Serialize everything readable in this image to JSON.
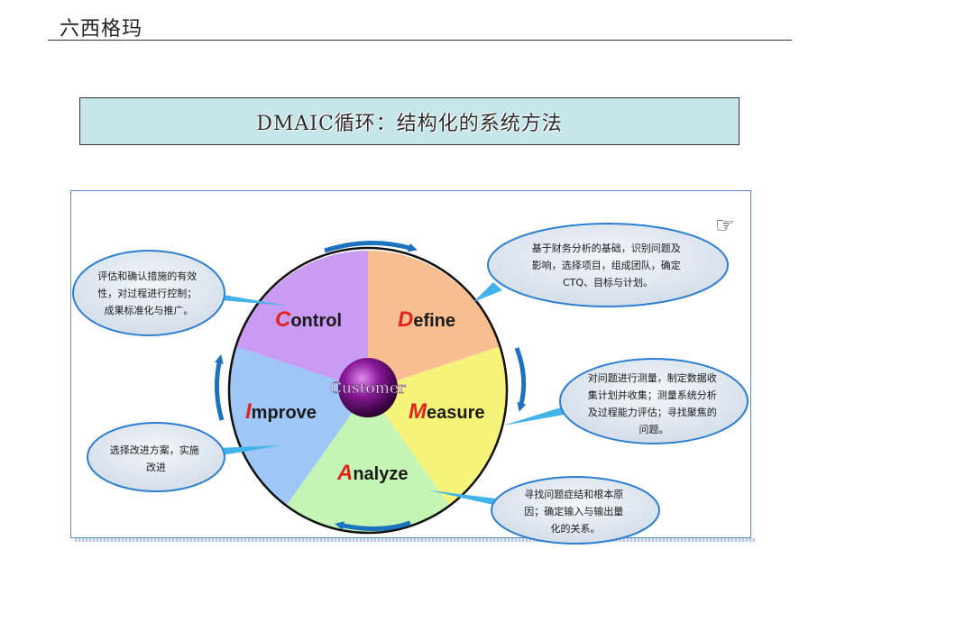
{
  "header": {
    "title": "六西格玛"
  },
  "title_box": {
    "text": "DMAIC循环：结构化的系统方法"
  },
  "wheel": {
    "center_label": "Customer",
    "segments": [
      {
        "initial": "C",
        "rest": "ontrol",
        "color": "#c99bf2"
      },
      {
        "initial": "D",
        "rest": "efine",
        "color": "#f9be8f"
      },
      {
        "initial": "M",
        "rest": "easure",
        "color": "#f6f37b"
      },
      {
        "initial": "A",
        "rest": "nalyze",
        "color": "#c4f5b4"
      },
      {
        "initial": "I",
        "rest": "mprove",
        "color": "#9ec6f6"
      }
    ],
    "accent_color": "#e0231f",
    "arrow_color": "#1d72c0"
  },
  "callouts": {
    "control": [
      "评估和确认措施的有效",
      "性，对过程进行控制；",
      "成果标准化与推广。"
    ],
    "define": [
      "基于财务分析的基础，识别问题及",
      "影响，选择项目，组成团队，确定",
      "CTQ、目标与计划。"
    ],
    "measure": [
      "对问题进行测量，制定数据收",
      "集计划并收集；测量系统分析",
      "及过程能力评估；寻找聚焦的",
      "问题。"
    ],
    "improve": [
      "选择改进方案，实施",
      "改进"
    ],
    "analyze": [
      "寻找问题症结和根本原",
      "因；确定输入与输出量",
      "化的关系。"
    ]
  },
  "icons": {
    "pointer": "pointing-hand-icon"
  }
}
